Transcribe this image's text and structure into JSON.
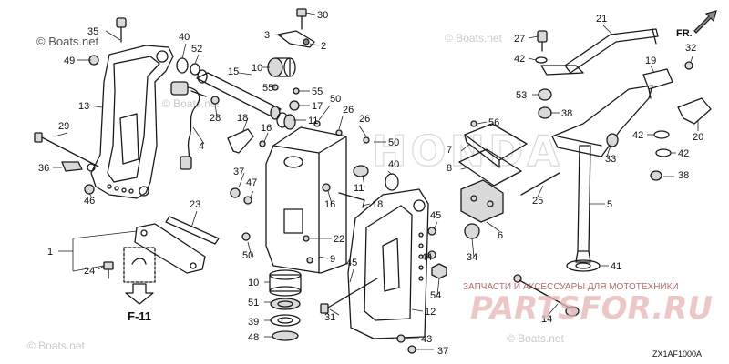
{
  "copyright": "© Boats.net",
  "watermarks": [
    "© Boats.net",
    "© Boats.net",
    "© Boats.net",
    "© Boats.net"
  ],
  "brand_watermark": "HONDA",
  "site_banner": {
    "name": "PARTSFOR.RU",
    "tagline": "ЗАПЧАСТИ И АКСЕССУАРЫ ДЛЯ МОТОТЕХНИКИ"
  },
  "direction_label": "FR.",
  "figure_ref": "F-11",
  "diagram_code": "ZX1AF1000A",
  "callouts": [
    {
      "id": "c35a",
      "label": "35"
    },
    {
      "id": "c49a",
      "label": "49"
    },
    {
      "id": "c40a",
      "label": "40"
    },
    {
      "id": "c52",
      "label": "52"
    },
    {
      "id": "c13",
      "label": "13"
    },
    {
      "id": "c28",
      "label": "28"
    },
    {
      "id": "c29",
      "label": "29"
    },
    {
      "id": "c4",
      "label": "4"
    },
    {
      "id": "c36",
      "label": "36"
    },
    {
      "id": "c46",
      "label": "46"
    },
    {
      "id": "c23",
      "label": "23"
    },
    {
      "id": "c1",
      "label": "1"
    },
    {
      "id": "c24",
      "label": "24"
    },
    {
      "id": "c30",
      "label": "30"
    },
    {
      "id": "c3",
      "label": "3"
    },
    {
      "id": "c2",
      "label": "2"
    },
    {
      "id": "c15",
      "label": "15"
    },
    {
      "id": "c10a",
      "label": "10"
    },
    {
      "id": "c55a",
      "label": "55"
    },
    {
      "id": "c55b",
      "label": "55"
    },
    {
      "id": "c17",
      "label": "17"
    },
    {
      "id": "c18a",
      "label": "18"
    },
    {
      "id": "c11a",
      "label": "11"
    },
    {
      "id": "c50a",
      "label": "50"
    },
    {
      "id": "c26a",
      "label": "26"
    },
    {
      "id": "c16a",
      "label": "16"
    },
    {
      "id": "c26b",
      "label": "26"
    },
    {
      "id": "c50b",
      "label": "50"
    },
    {
      "id": "c37a",
      "label": "37"
    },
    {
      "id": "c47",
      "label": "47"
    },
    {
      "id": "c9",
      "label": "9"
    },
    {
      "id": "c22",
      "label": "22"
    },
    {
      "id": "c50c",
      "label": "50"
    },
    {
      "id": "c10b",
      "label": "10"
    },
    {
      "id": "c51",
      "label": "51"
    },
    {
      "id": "c39",
      "label": "39"
    },
    {
      "id": "c48",
      "label": "48"
    },
    {
      "id": "c40b",
      "label": "40"
    },
    {
      "id": "c11b",
      "label": "11"
    },
    {
      "id": "c16b",
      "label": "16"
    },
    {
      "id": "c18b",
      "label": "18"
    },
    {
      "id": "c45a",
      "label": "45"
    },
    {
      "id": "c45b",
      "label": "45"
    },
    {
      "id": "c31",
      "label": "31"
    },
    {
      "id": "c44",
      "label": "44"
    },
    {
      "id": "c34",
      "label": "34"
    },
    {
      "id": "c54",
      "label": "54"
    },
    {
      "id": "c12",
      "label": "12"
    },
    {
      "id": "c43",
      "label": "43"
    },
    {
      "id": "c37b",
      "label": "37"
    },
    {
      "id": "c21",
      "label": "21"
    },
    {
      "id": "c27",
      "label": "27"
    },
    {
      "id": "c42a",
      "label": "42"
    },
    {
      "id": "c19",
      "label": "19"
    },
    {
      "id": "c32",
      "label": "32"
    },
    {
      "id": "c53",
      "label": "53"
    },
    {
      "id": "c38a",
      "label": "38"
    },
    {
      "id": "c56",
      "label": "56"
    },
    {
      "id": "c7",
      "label": "7"
    },
    {
      "id": "c8",
      "label": "8"
    },
    {
      "id": "c33",
      "label": "33"
    },
    {
      "id": "c42b",
      "label": "42"
    },
    {
      "id": "c42c",
      "label": "42"
    },
    {
      "id": "c20",
      "label": "20"
    },
    {
      "id": "c38b",
      "label": "38"
    },
    {
      "id": "c25",
      "label": "25"
    },
    {
      "id": "c6",
      "label": "6"
    },
    {
      "id": "c5",
      "label": "5"
    },
    {
      "id": "c41",
      "label": "41"
    },
    {
      "id": "c14",
      "label": "14"
    }
  ]
}
